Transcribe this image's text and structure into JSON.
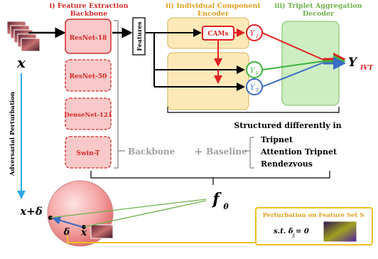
{
  "section_headers": {
    "feature_extraction_line1": "i) Feature Extraction",
    "feature_extraction_line2": "Backbone",
    "component_encoder_line1": "ii) Individual Component",
    "component_encoder_line2": "Encoder",
    "aggregation_line1": "iii) Triplet Aggregation",
    "aggregation_line2": "Decoder"
  },
  "backbones": [
    "ResNet-18",
    "ResNet-50",
    "DenseNet-121",
    "Swin-T"
  ],
  "labels": {
    "input_var": "x",
    "features": "Features",
    "cams": "CAMs",
    "y_i": "Y",
    "y_i_sub": "I",
    "y_v": "Y",
    "y_v_sub": "V",
    "y_t": "Y",
    "y_t_sub": "T",
    "y_ivt": "Y",
    "y_ivt_sub": "IVT",
    "adversarial": "Adversarial Perturbation",
    "structured": "Structured differently in",
    "backbone_word": "Backbone",
    "plus": "+",
    "baseline_word": "Baseline",
    "perturbed_x": "x+δ",
    "delta": "δ",
    "x_small": "x",
    "f_theta": "f",
    "f_theta_sub": "θ",
    "perturbation_title": "Perturbation on Feature Set S",
    "constraint": "s.t. δ = 0",
    "constraint_sub": "S̄"
  },
  "baselines": [
    "Tripnet",
    "Attention Tripnet",
    "Rendezvous"
  ],
  "colors": {
    "header_red": "#d62a2a",
    "header_orange": "#e0a020",
    "header_green": "#6fb04a",
    "backbone_fill": "#f9c9c9",
    "encoder_fill": "#fde9b8",
    "decoder_fill": "#cdeec2",
    "red_arrow": "#e02020",
    "green_arrow": "#3db33d",
    "blue_arrow": "#3b6cc6",
    "cyan_arrow": "#2aa8e0",
    "perturb_box": "#f0c020",
    "gray_text": "#a0a0a0"
  }
}
